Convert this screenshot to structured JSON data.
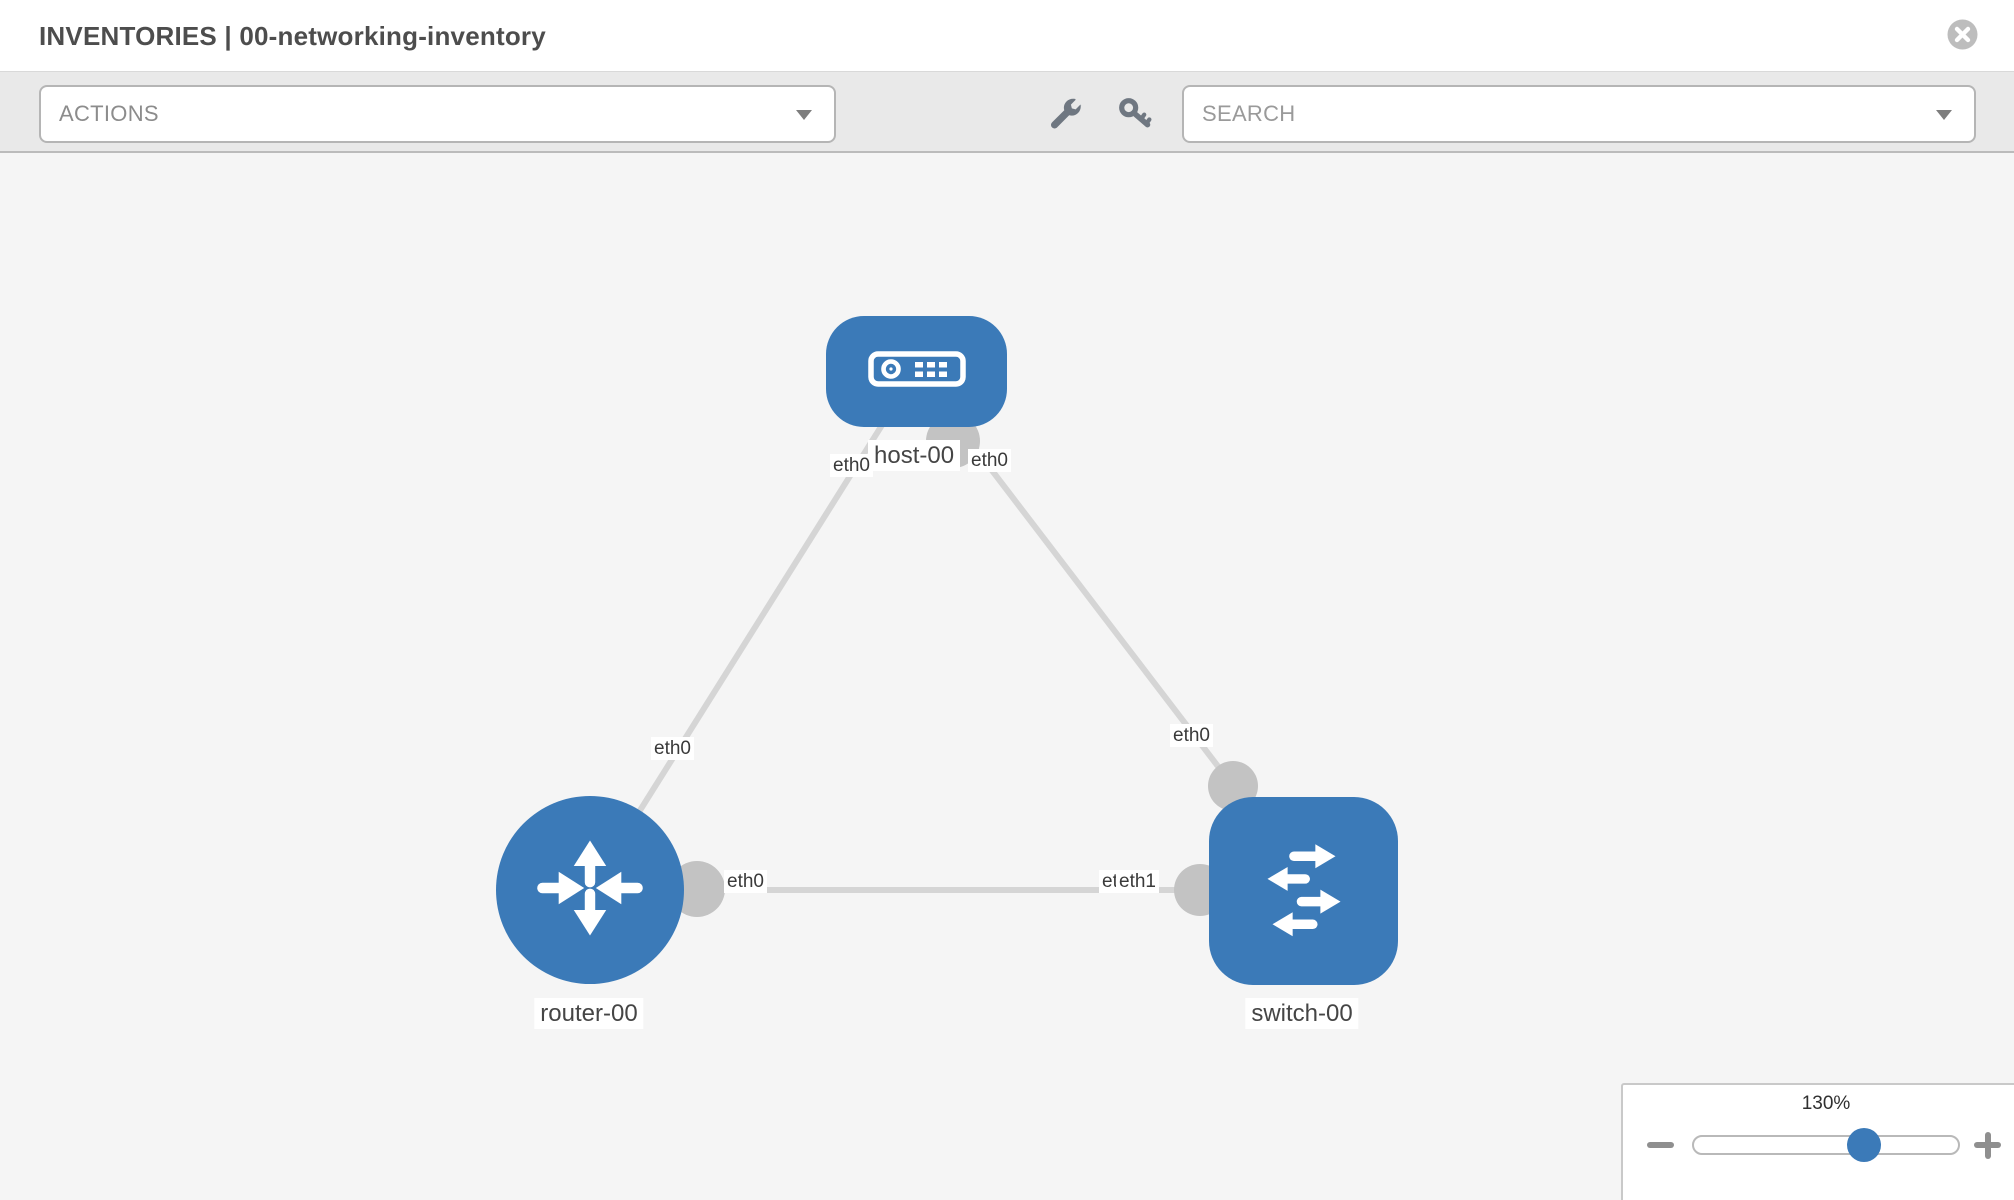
{
  "colors": {
    "accent_blue": "#3B7AB8",
    "port_gray": "#C3C3C3",
    "link_gray": "#D5D5D5",
    "toolbar_bg": "#E9E9E9",
    "canvas_bg": "#F5F5F5",
    "icon_gray": "#6F7781"
  },
  "header": {
    "breadcrumb": "INVENTORIES",
    "separator": "|",
    "inventory_name": "00-networking-inventory"
  },
  "toolbar": {
    "actions_placeholder": "ACTIONS",
    "search_placeholder": "SEARCH"
  },
  "icons": {
    "close": "close-icon",
    "wrench": "wrench-icon",
    "key": "key-icon",
    "dropdown": "chevron-down-icon",
    "zoom_out": "minus-icon",
    "zoom_in": "plus-icon",
    "host": "host-device-icon",
    "router": "router-icon",
    "switch": "switch-icon"
  },
  "topology": {
    "nodes": [
      {
        "label": "host-00",
        "type": "host"
      },
      {
        "label": "router-00",
        "type": "router"
      },
      {
        "label": "switch-00",
        "type": "switch"
      }
    ],
    "links": [
      {
        "from": "host-00",
        "from_iface": "eth0",
        "to": "router-00",
        "to_iface": "eth0"
      },
      {
        "from": "host-00",
        "from_iface": "eth0",
        "to": "switch-00",
        "to_iface": "eth0"
      },
      {
        "from": "router-00",
        "from_iface": "eth0",
        "to": "switch-00",
        "to_iface": "eth1"
      }
    ],
    "iface_labels": {
      "host_left": "eth0",
      "host_right": "eth0",
      "router_top": "eth0",
      "switch_top": "eth0",
      "router_right": "eth0",
      "switch_left_back": "eth0",
      "switch_left_front": "eth1"
    }
  },
  "zoom_control": {
    "level": "130%"
  }
}
